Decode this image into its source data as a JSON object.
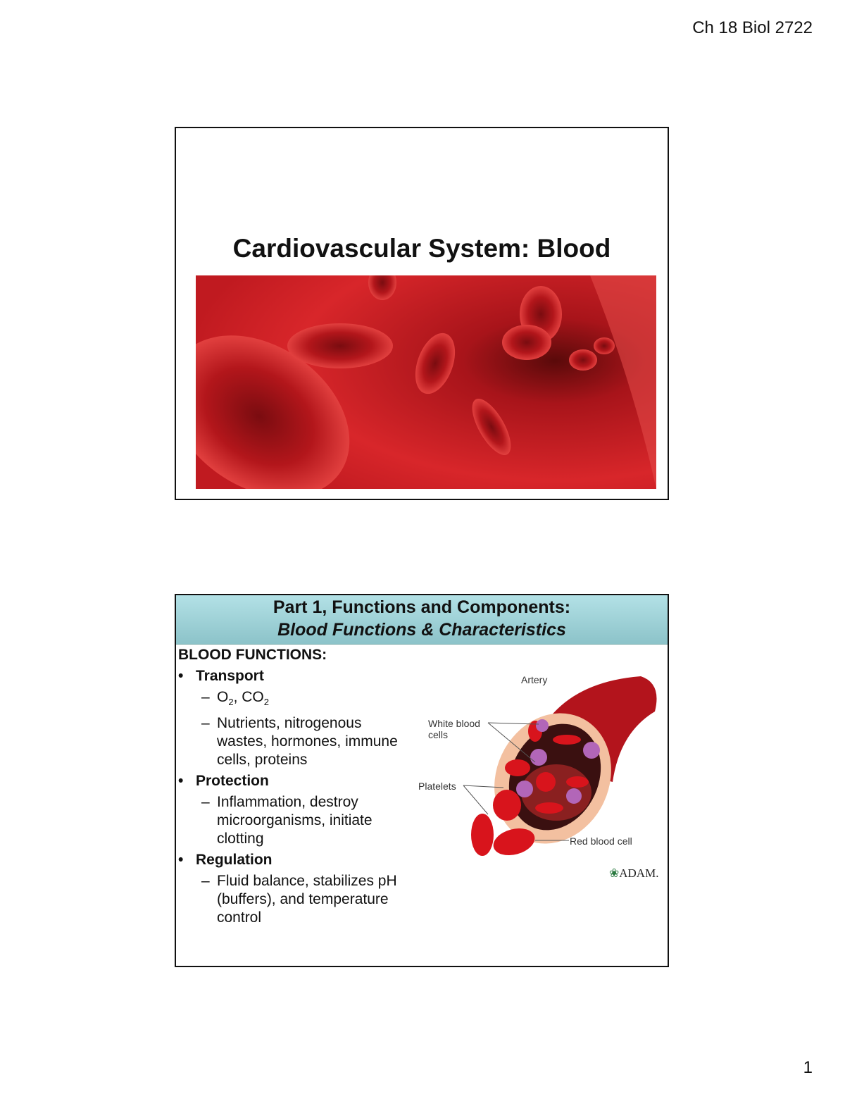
{
  "header": {
    "course": "Ch 18 Biol 2722"
  },
  "footer": {
    "page_number": "1"
  },
  "slide1": {
    "title": "Cardiovascular System: Blood"
  },
  "slide2": {
    "title_line1": "Part 1, Functions and Components:",
    "title_line2": "Blood Functions & Characteristics",
    "section": "BLOOD FUNCTIONS:",
    "bullets": [
      {
        "label": "Transport",
        "subs": [
          "O₂, CO₂",
          "Nutrients, nitrogenous wastes, hormones, immune cells, proteins"
        ]
      },
      {
        "label": "Protection",
        "subs": [
          "Inflammation, destroy microorganisms, initiate clotting"
        ]
      },
      {
        "label": "Regulation",
        "subs": [
          "Fluid balance, stabilizes pH (buffers), and temperature control"
        ]
      }
    ],
    "diagram": {
      "artery": "Artery",
      "wbc": "White blood cells",
      "platelets": "Platelets",
      "rbc": "Red blood cell",
      "logo": "A.D.A.M."
    }
  }
}
